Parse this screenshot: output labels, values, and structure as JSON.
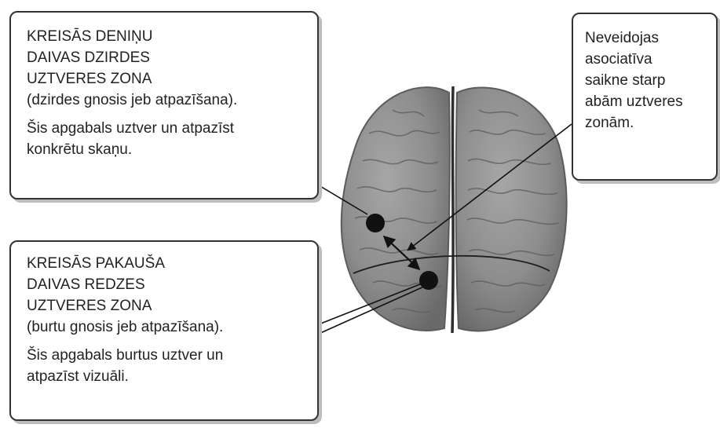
{
  "callouts": {
    "auditory": {
      "title_lines": [
        "KREISĀS DENIŅU",
        "DAIVAS DZIRDES",
        "UZTVERES ZONA"
      ],
      "subtitle": "(dzirdes gnosis jeb atpazīšana).",
      "description_lines": [
        "Šis apgabals uztver un atpazīst",
        "konkrētu skaņu."
      ]
    },
    "visual": {
      "title_lines": [
        "KREISĀS PAKAUŠA",
        "DAIVAS REDZES",
        "UZTVERES ZONA"
      ],
      "subtitle": "(burtu gnosis jeb atpazīšana).",
      "description_lines": [
        "Šis apgabals burtus uztver un",
        "atpazīst  vizuāli."
      ]
    },
    "association": {
      "lines": [
        "Neveidojas",
        "asociatīva",
        "saikne starp",
        "abām uztveres",
        "zonām."
      ]
    }
  },
  "colors": {
    "brain_fill": "#8d8d8d",
    "brain_dark": "#5c5c5c",
    "marker": "#111111",
    "box_border": "#333333",
    "box_shadow": "#bdbdbd"
  }
}
